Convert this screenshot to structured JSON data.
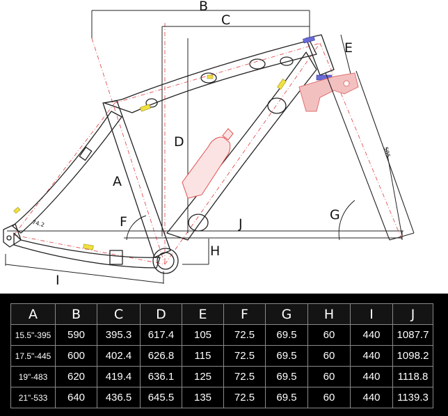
{
  "diagram": {
    "dimension_labels": {
      "A": "A",
      "B": "B",
      "C": "C",
      "D": "D",
      "E": "E",
      "F": "F",
      "G": "G",
      "H": "H",
      "I": "I",
      "J": "J"
    },
    "small_labels": {
      "chainstay_angle": "74.2",
      "fork_length": "505"
    },
    "colors": {
      "frame_line": "#222222",
      "center_line": "#e03a3a",
      "bottle": "#e05050",
      "accent_yellow": "#f0e040",
      "accent_blue": "#6a6ad8",
      "fork_pink": "#e07070"
    }
  },
  "geometry_table": {
    "headers": [
      "A",
      "B",
      "C",
      "D",
      "E",
      "F",
      "G",
      "H",
      "I",
      "J"
    ],
    "rows": [
      [
        "15.5\"-395",
        "590",
        "395.3",
        "617.4",
        "105",
        "72.5",
        "69.5",
        "60",
        "440",
        "1087.7"
      ],
      [
        "17.5\"-445",
        "600",
        "402.4",
        "626.8",
        "115",
        "72.5",
        "69.5",
        "60",
        "440",
        "1098.2"
      ],
      [
        "19\"-483",
        "620",
        "419.4",
        "636.1",
        "125",
        "72.5",
        "69.5",
        "60",
        "440",
        "1118.8"
      ],
      [
        "21\"-533",
        "640",
        "436.5",
        "645.5",
        "135",
        "72.5",
        "69.5",
        "60",
        "440",
        "1139.3"
      ]
    ]
  }
}
